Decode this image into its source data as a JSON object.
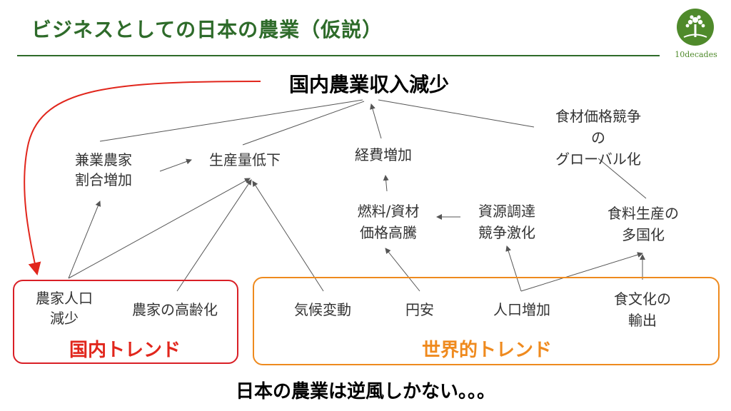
{
  "title": "ビジネスとしての日本の農業（仮説）",
  "logo_text": "10decades",
  "main_result": "国内農業収入減少",
  "nodes": {
    "part_time_ratio": "兼業農家\n割合増加",
    "production_decline": "生産量低下",
    "cost_increase": "経費増加",
    "global_food_competition": "食材価格競争\nの\nグローバル化",
    "fuel_material_price": "燃料/資材\n価格高騰",
    "resource_competition": "資源調達\n競争激化",
    "food_production_diversification": "食料生産の\n多国化",
    "farmer_population_decline": "農家人口\n減少",
    "farmer_aging": "農家の高齢化",
    "climate_change": "気候変動",
    "weak_yen": "円安",
    "population_growth": "人口増加",
    "food_culture_export": "食文化の\n輸出"
  },
  "domestic_trend_label": "国内トレンド",
  "global_trend_label": "世界的トレンド",
  "conclusion": "日本の農業は逆風しかない。。。",
  "colors": {
    "title_green": "#2e6b2a",
    "domestic_red": "#e1261c",
    "global_orange": "#ef8a1e",
    "arrow_gray": "#555555"
  }
}
